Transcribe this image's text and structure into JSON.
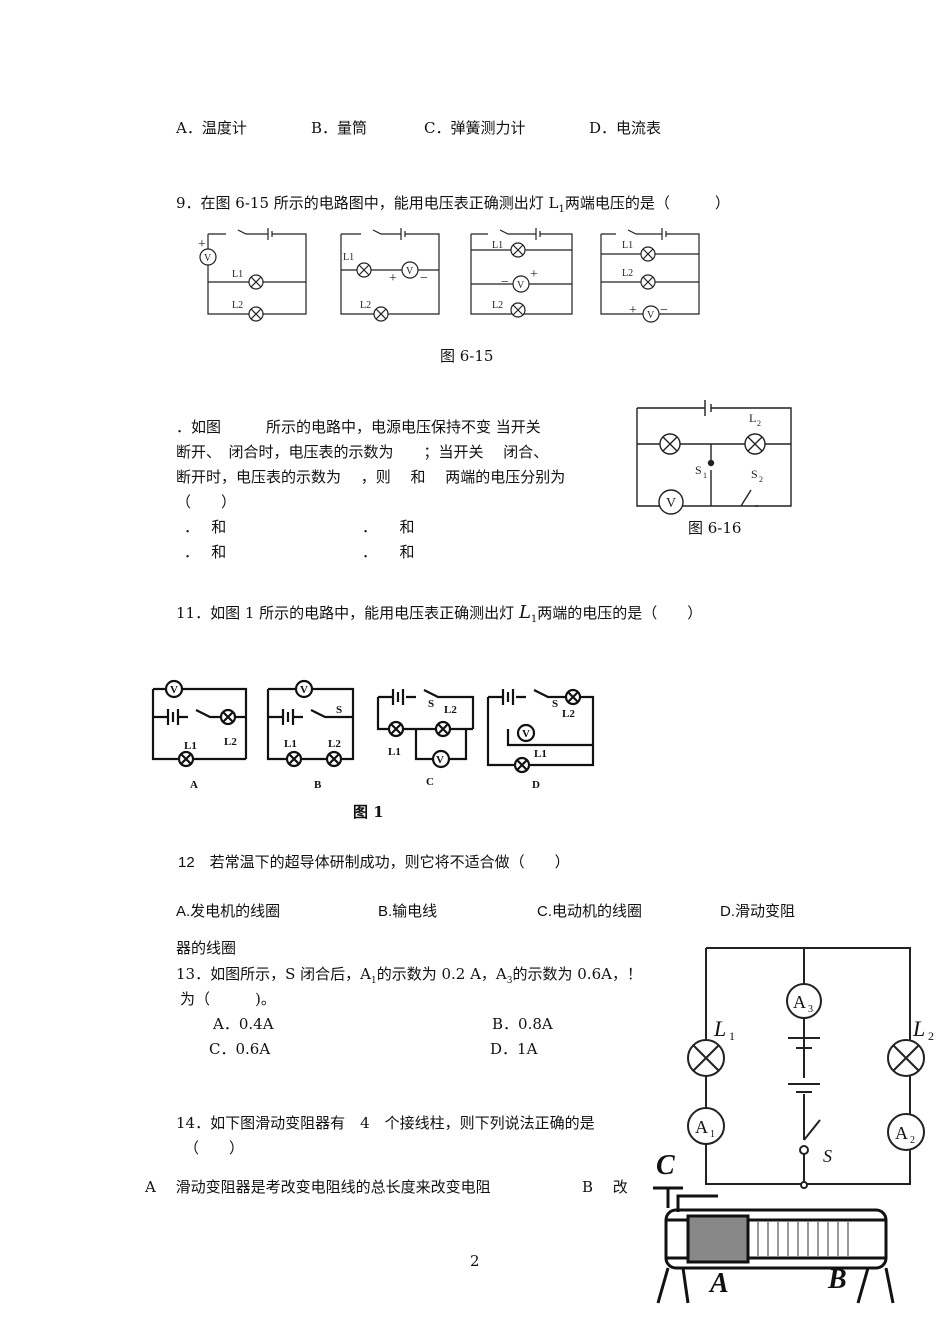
{
  "q8": {
    "a": "A．温度计",
    "b": "B．量筒",
    "c": "C．弹簧测力计",
    "d": "D．电流表"
  },
  "q9": {
    "stem": "9．在图 6-15 所示的电路图中，能用电压表正确测出灯 L",
    "sub": "1",
    "stem_end": "两端电压的是（　　　）",
    "caption": "图 6-15"
  },
  "q10": {
    "l1": "．如图　　　所示的电路中，电源电压保持不变  当开关",
    "l2": "断开、　闭合时，电压表的示数为　　；当开关　 闭合、",
    "l3": "断开时，电压表的示数为　 ，则　 和　 两端的电压分别为",
    "l4": "（　　）",
    "oa": "．　 和",
    "ob": "．　　和",
    "oc": "．　 和",
    "od": "．　　和",
    "caption": "图 6-16"
  },
  "q11": {
    "stem": "11．如图 1 所示的电路中，能用电压表正确测出灯",
    "letter": "L",
    "sub": "1",
    "stem_end": "两端的电压的是（　　）",
    "labels": [
      "A",
      "B",
      "C",
      "D"
    ],
    "caption": "图 1"
  },
  "q12": {
    "stem": "12　若常温下的超导体研制成功，则它将不适合做（　　）",
    "a": "A.发电机的线圈",
    "b": "B.输电线",
    "c": "C.电动机的线圈",
    "d": "D.滑动变阻",
    "cont": "器的线圈"
  },
  "q13": {
    "stem_a": "13．如图所示，S 闭合后，A",
    "sub1": "1",
    "stem_b": "的示数为 0.2 A，A",
    "sub3": "3",
    "stem_c": "的示数为 0.6A，！",
    "l2": "为（　　　)。",
    "a": "A．0.4A",
    "b": "B．0.8A",
    "c": "C．0.6A",
    "d": "D．1A"
  },
  "q14": {
    "stem": "14．如下图滑动变阻器有　4　个接线柱，则下列说法正确的是",
    "paren": "（　　）",
    "optA": "A　 滑动变阻器是考改变电阻线的总长度来改变电阻",
    "optB": "B　 改"
  },
  "fig13": {
    "L1": "L",
    "L1s": "1",
    "L2": "L",
    "L2s": "2",
    "A1": "A",
    "A1s": "1",
    "A2": "A",
    "A2s": "2",
    "A3": "A",
    "A3s": "3",
    "S": "S"
  },
  "rheostat": {
    "C": "C",
    "A": "A",
    "B": "B"
  },
  "page_number": "2"
}
